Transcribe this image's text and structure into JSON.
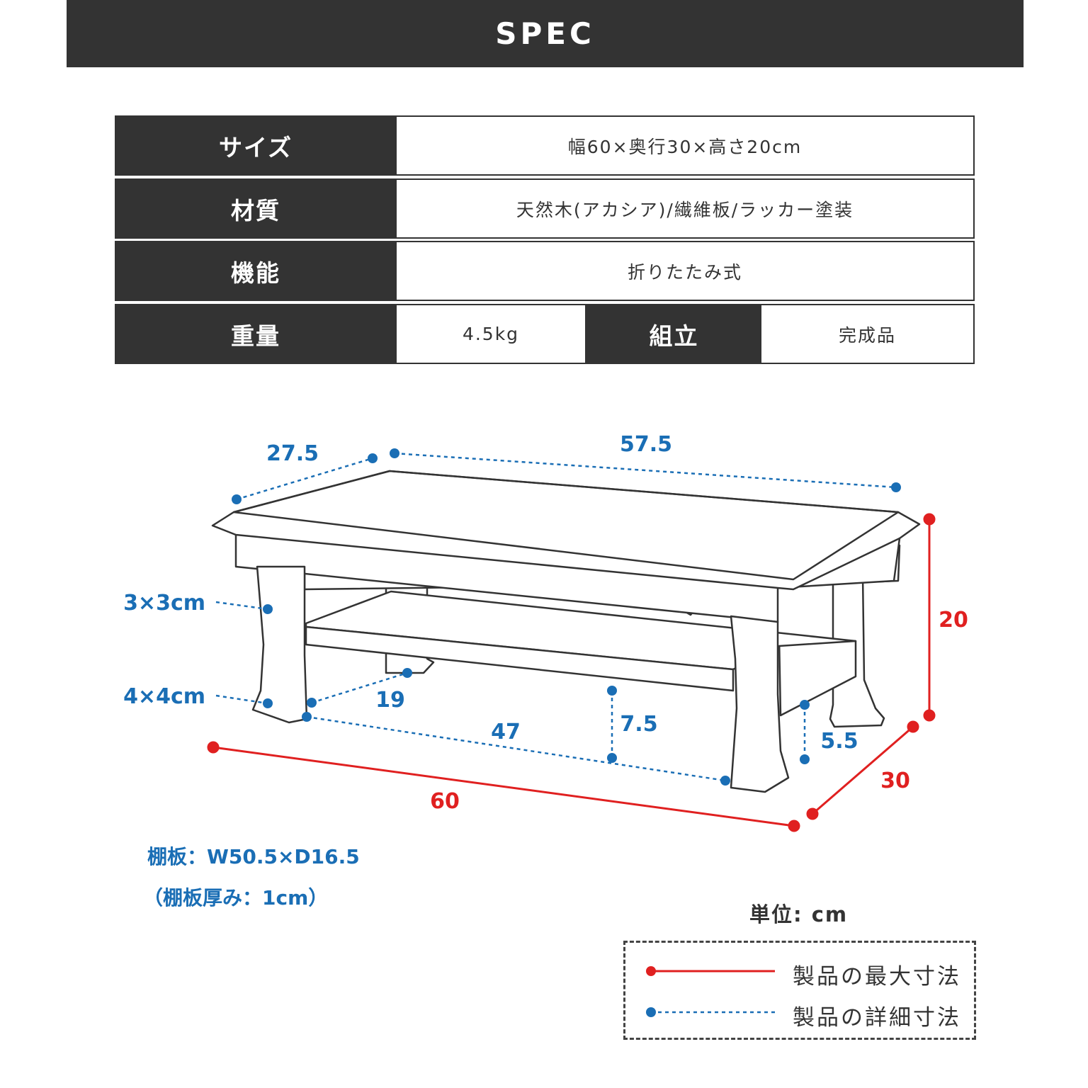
{
  "header": {
    "title": "SPEC"
  },
  "spec": {
    "size_label": "サイズ",
    "size_value": "幅60×奥行30×高さ20cm",
    "material_label": "材質",
    "material_value": "天然木(アカシア)/繊維板/ラッカー塗装",
    "function_label": "機能",
    "function_value": "折りたたみ式",
    "weight_label": "重量",
    "weight_value": "4.5kg",
    "assembly_label": "組立",
    "assembly_value": "完成品"
  },
  "dimensions": {
    "top_depth": "27.5",
    "top_width": "57.5",
    "height": "20",
    "leg_top": "3×3cm",
    "leg_bottom": "4×4cm",
    "shelf_depth": "19",
    "leg_span": "47",
    "shelf_height": "7.5",
    "under_shelf": "5.5",
    "width": "60",
    "depth": "30"
  },
  "notes": {
    "shelf_size": "棚板：W50.5×D16.5",
    "shelf_thickness": "（棚板厚み：1cm）"
  },
  "legend": {
    "unit": "単位: cm",
    "max_label": "製品の最大寸法",
    "detail_label": "製品の詳細寸法"
  },
  "colors": {
    "max": "#e02020",
    "detail": "#1a6eb5",
    "dark": "#333333"
  }
}
